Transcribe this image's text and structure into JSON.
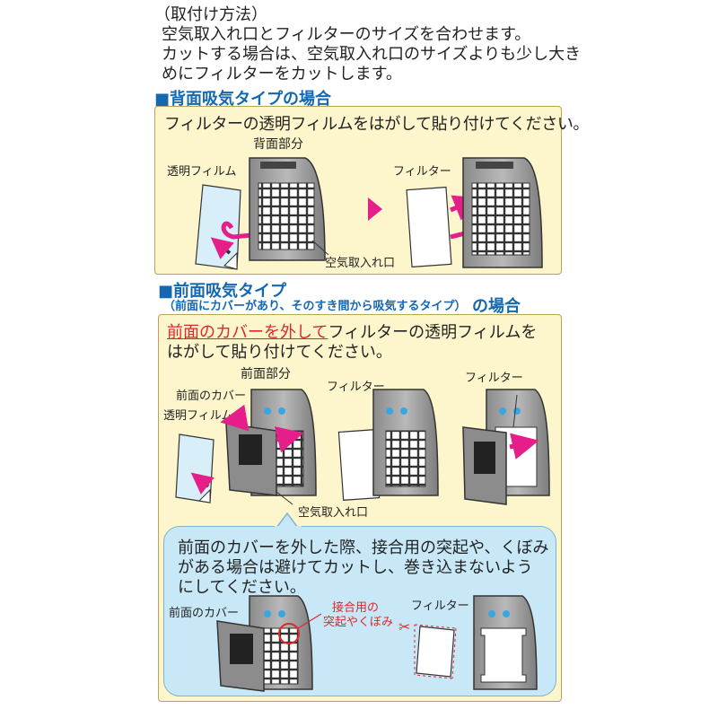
{
  "intro": {
    "heading": "（取付け方法）",
    "line1": "空気取入れ口とフィルターのサイズを合わせます。",
    "line2": "カットする場合は、空気取入れ口のサイズよりも少し大き",
    "line3": "めにフィルターをカットします。"
  },
  "back_type": {
    "title": "■背面吸気タイプの場合",
    "instruction": "フィルターの透明フィルムをはがして貼り付けてください。",
    "label_back_part": "背面部分",
    "label_film": "透明フィルム",
    "label_intake": "空気取入れ口",
    "label_filter": "フィルター"
  },
  "front_type": {
    "title": "■前面吸気タイプ",
    "subtitle": "（前面にカバーがあり、そのすき間から吸気するタイプ）",
    "title_suffix": "の場合",
    "instruction_red": "前面のカバーを外して",
    "instruction_rest1": "フィルターの透明フィルムを",
    "instruction_line2": "はがして貼り付けてください。",
    "label_front_part": "前面部分",
    "label_cover": "前面のカバー",
    "label_film": "透明フィルム",
    "label_filter_mid": "フィルター",
    "label_filter_right": "フィルター",
    "label_intake": "空気取入れ口"
  },
  "note": {
    "line1": "前面のカバーを外した際、接合用の突起や、くぼみ",
    "line2": "がある場合は避けてカットし、巻き込まないよう",
    "line3": "にしてください。",
    "label_cover": "前面のカバー",
    "label_joint1": "接合用の",
    "label_joint2": "突起やくぼみ",
    "label_filter": "フィルター"
  },
  "colors": {
    "accent": "#e51e8a",
    "section_blue": "#1568b0",
    "panel": "#fdf6cc",
    "bubble": "#c8e8f7",
    "red": "#e0262a"
  }
}
